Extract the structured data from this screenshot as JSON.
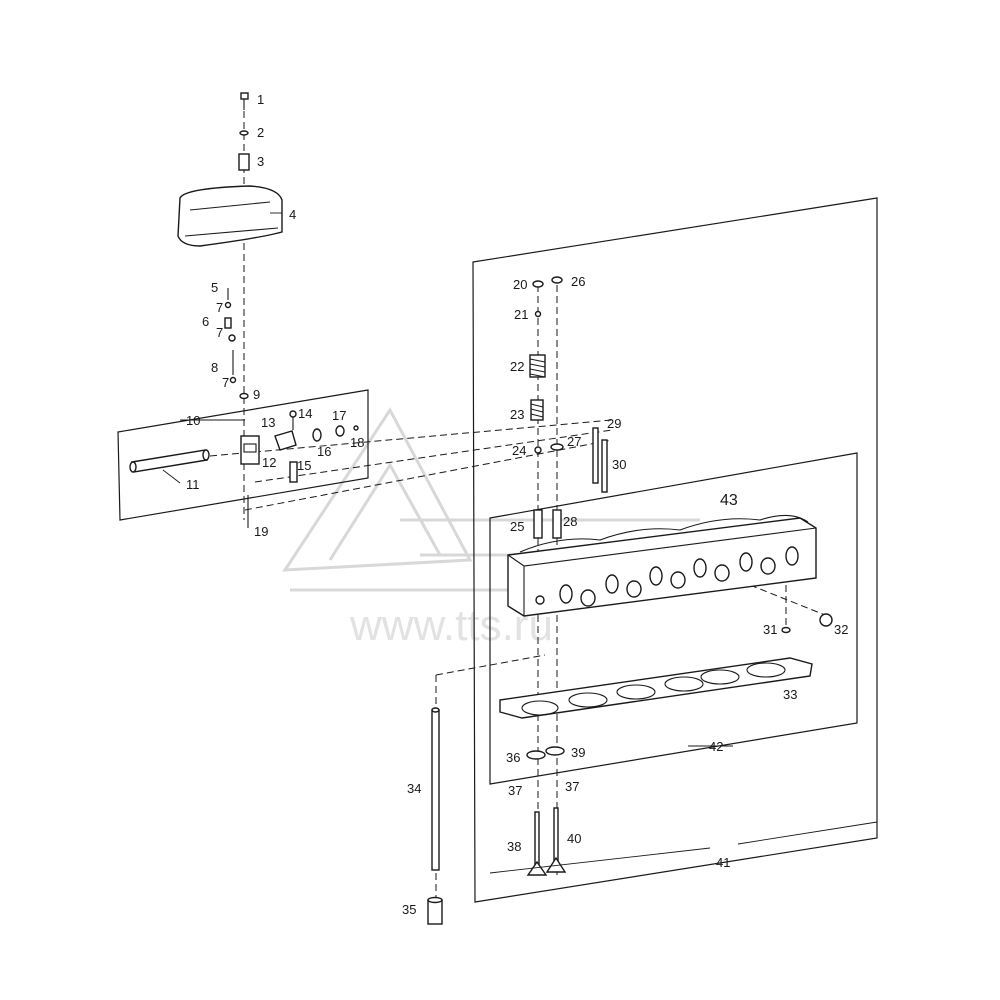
{
  "watermark": {
    "text": "www.tts.ru"
  },
  "callouts": [
    {
      "n": "1"
    },
    {
      "n": "2"
    },
    {
      "n": "3"
    },
    {
      "n": "4"
    },
    {
      "n": "5"
    },
    {
      "n": "6"
    },
    {
      "n": "7"
    },
    {
      "n": "7"
    },
    {
      "n": "7"
    },
    {
      "n": "8"
    },
    {
      "n": "9"
    },
    {
      "n": "10"
    },
    {
      "n": "11"
    },
    {
      "n": "12"
    },
    {
      "n": "13"
    },
    {
      "n": "14"
    },
    {
      "n": "15"
    },
    {
      "n": "16"
    },
    {
      "n": "17"
    },
    {
      "n": "18"
    },
    {
      "n": "19"
    },
    {
      "n": "20"
    },
    {
      "n": "21"
    },
    {
      "n": "22"
    },
    {
      "n": "23"
    },
    {
      "n": "24"
    },
    {
      "n": "25"
    },
    {
      "n": "26"
    },
    {
      "n": "27"
    },
    {
      "n": "28"
    },
    {
      "n": "29"
    },
    {
      "n": "30"
    },
    {
      "n": "31"
    },
    {
      "n": "32"
    },
    {
      "n": "33"
    },
    {
      "n": "34"
    },
    {
      "n": "35"
    },
    {
      "n": "36"
    },
    {
      "n": "37"
    },
    {
      "n": "37"
    },
    {
      "n": "38"
    },
    {
      "n": "39"
    },
    {
      "n": "40"
    },
    {
      "n": "41"
    },
    {
      "n": "42"
    },
    {
      "n": "43"
    }
  ]
}
